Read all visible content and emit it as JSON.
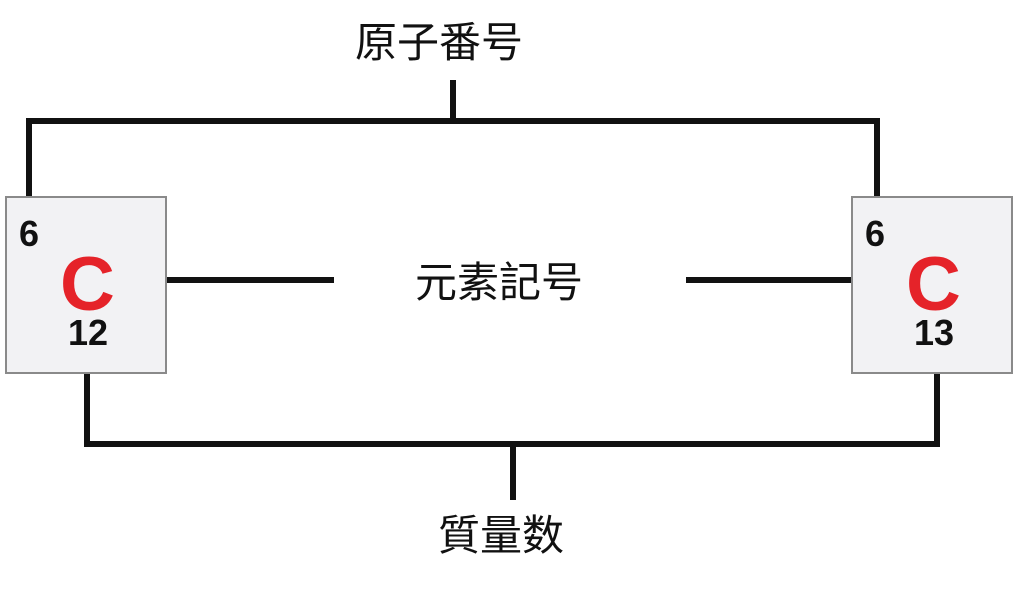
{
  "labels": {
    "atomic_number": "原子番号",
    "element_symbol": "元素記号",
    "mass_number": "質量数"
  },
  "isotopes": [
    {
      "atomic_number": "6",
      "symbol": "C",
      "mass_number": "12"
    },
    {
      "atomic_number": "6",
      "symbol": "C",
      "mass_number": "13"
    }
  ],
  "colors": {
    "symbol": "#e52329",
    "line": "#111111",
    "box_fill": "#f2f2f4",
    "box_border": "#8a8a8a"
  }
}
